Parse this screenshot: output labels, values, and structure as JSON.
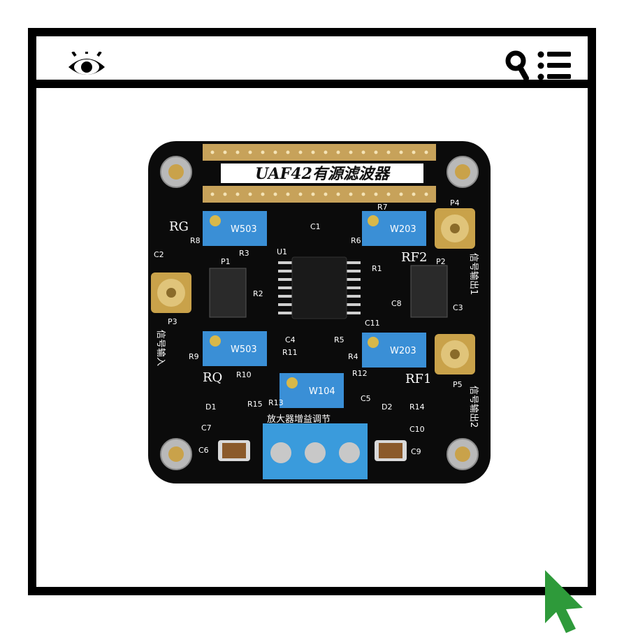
{
  "toolbar": {
    "left_icon": "eye-icon",
    "right_icons": [
      "search-icon",
      "menu-list-icon"
    ]
  },
  "board": {
    "title": "UAF42有源滤波器",
    "labels": {
      "rg": "RG",
      "rq": "RQ",
      "rf1": "RF1",
      "rf2": "RF2",
      "p1": "P1",
      "p2": "P2",
      "p3": "P3",
      "p4": "P4",
      "p5": "P5",
      "u1": "U1",
      "r1": "R1",
      "r2": "R2",
      "r3": "R3",
      "r4": "R4",
      "r5": "R5",
      "r6": "R6",
      "r7": "R7",
      "r8": "R8",
      "r9": "R9",
      "r10": "R10",
      "r11": "R11",
      "r12": "R12",
      "r13": "R13",
      "r14": "R14",
      "r15": "R15",
      "c1": "C1",
      "c2": "C2",
      "c3": "C3",
      "c4": "C4",
      "c5": "C5",
      "c6": "C6",
      "c7": "C7",
      "c8": "C8",
      "c9": "C9",
      "c10": "C10",
      "c11": "C11",
      "d1": "D1",
      "d2": "D2",
      "input_label": "信号输入",
      "output1_label": "信号输出1",
      "output2_label": "信号输出2",
      "gain_label": "放大器增益调节",
      "pot_w503_a": "W503",
      "pot_w503_b": "W503",
      "pot_w203_a": "W203",
      "pot_w203_b": "W203",
      "pot_w104": "W104"
    }
  },
  "colors": {
    "frame": "#000000",
    "pcb": "#0b0b0b",
    "gold": "#c9a24a",
    "pot_blue": "#3a8fd6",
    "terminal_blue": "#3a9bdc",
    "cursor_green": "#2e9a3a"
  }
}
